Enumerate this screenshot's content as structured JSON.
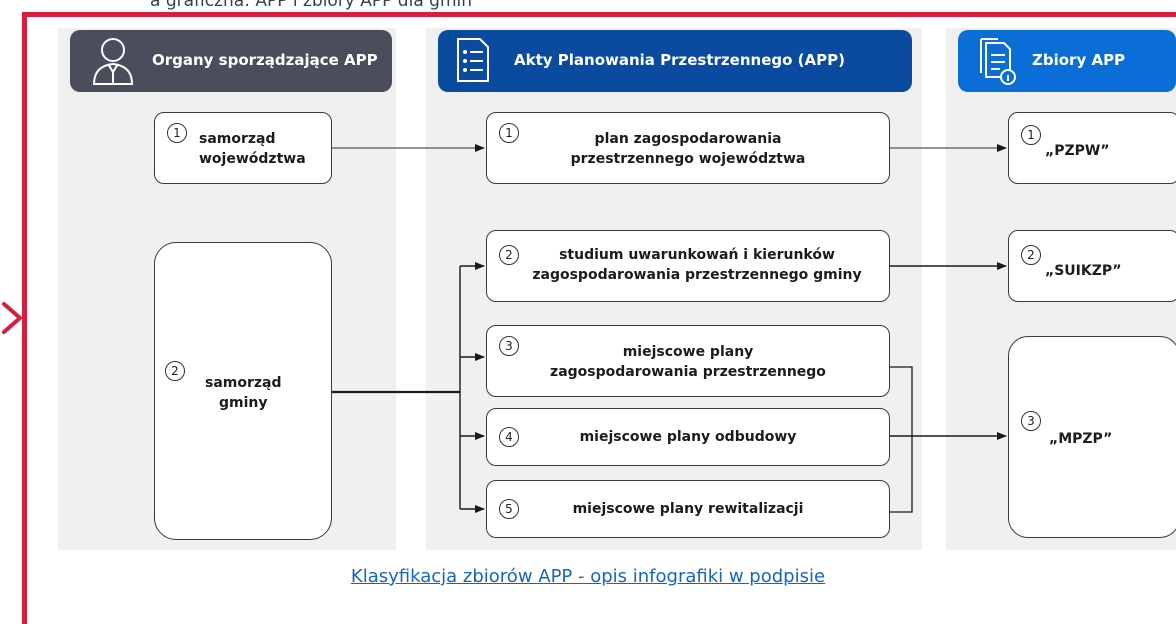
{
  "top_cut_text": "a graficzna: APP i zbiory APP dla gmin",
  "columns": {
    "organs": {
      "title": "Organy sporządzające APP",
      "color": "#4a4e5c"
    },
    "acts": {
      "title": "Akty Planowania Przestrzennego (APP)",
      "color": "#0a4b9f"
    },
    "sets": {
      "title": "Zbiory APP",
      "color": "#0b6ed6"
    }
  },
  "organs": [
    {
      "num": "1",
      "label": "samorząd\nwojewództwa"
    },
    {
      "num": "2",
      "label": "samorząd\ngminy"
    }
  ],
  "acts": [
    {
      "num": "1",
      "label": "plan zagospodarowania\nprzestrzennego województwa"
    },
    {
      "num": "2",
      "label": "studium uwarunkowań i kierunków\nzagospodarowania przestrzennego gminy"
    },
    {
      "num": "3",
      "label": "miejscowe plany\nzagospodarowania przestrzennego"
    },
    {
      "num": "4",
      "label": "miejscowe plany odbudowy"
    },
    {
      "num": "5",
      "label": "miejscowe plany rewitalizacji"
    }
  ],
  "sets": [
    {
      "num": "1",
      "label": "„PZPW”"
    },
    {
      "num": "2",
      "label": "„SUIKZP”"
    },
    {
      "num": "3",
      "label": "„MPZP”"
    }
  ],
  "caption": "Klasyfikacja zbiorów APP - opis infografiki w podpisie",
  "colors": {
    "frame": "#d81e3c",
    "column_bg": "#f0f0f0",
    "link": "#1565c0"
  }
}
